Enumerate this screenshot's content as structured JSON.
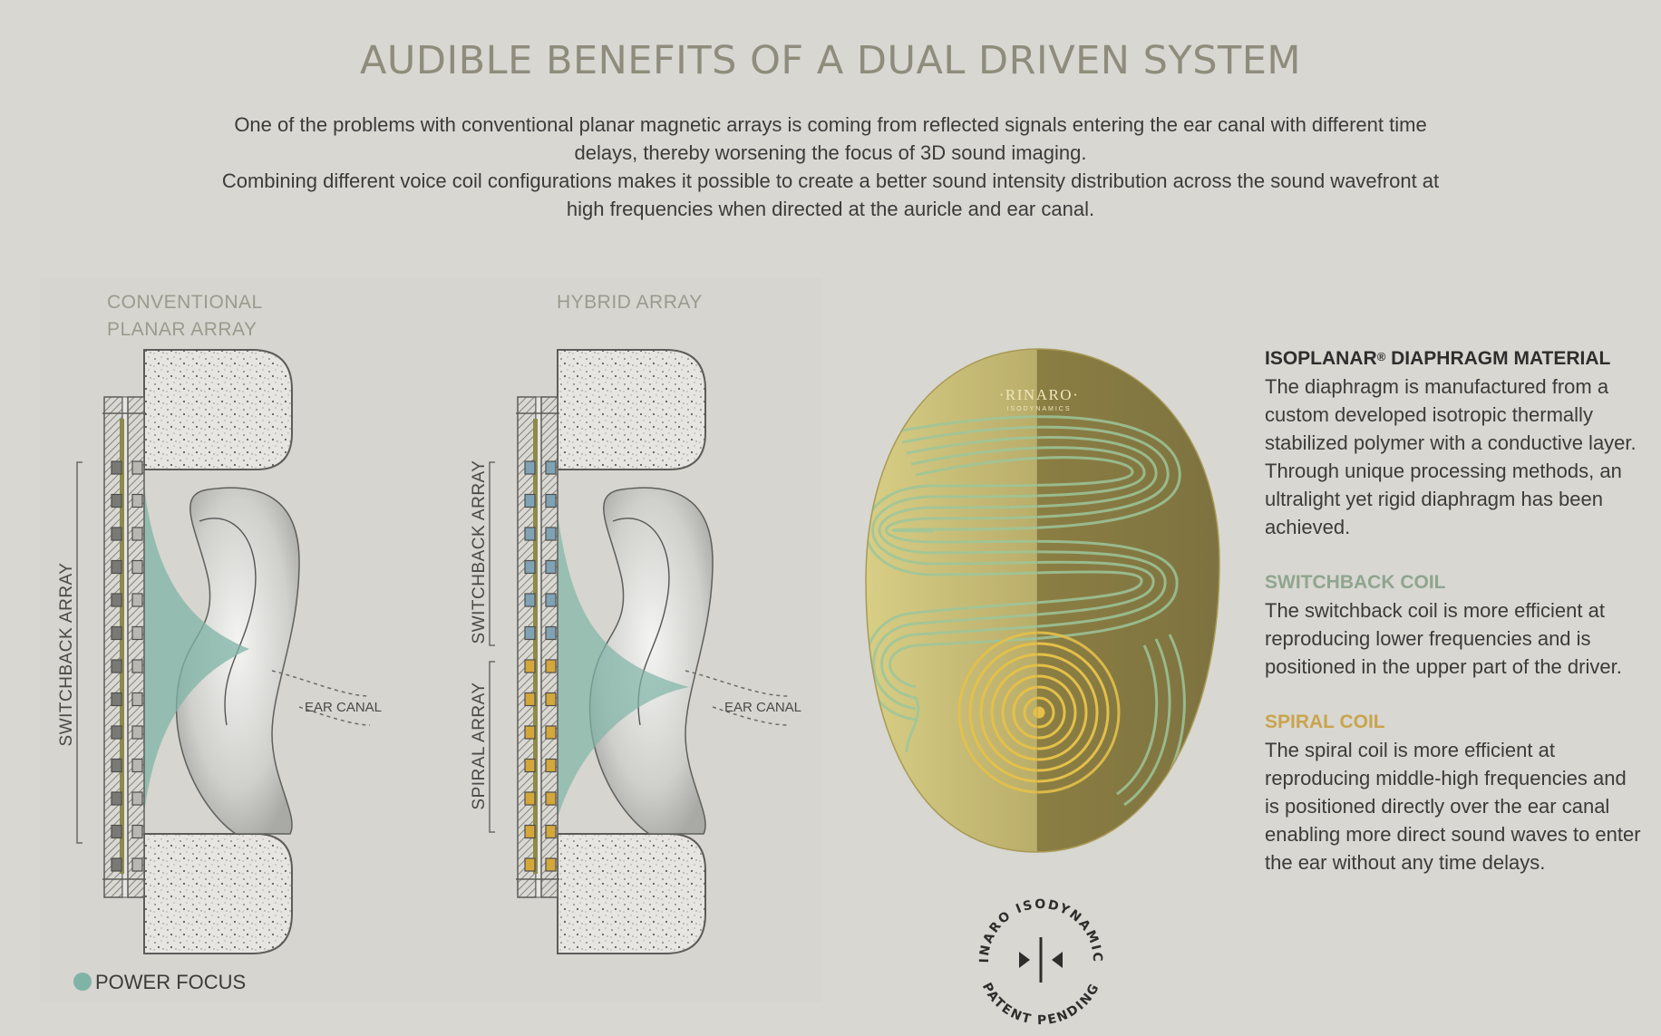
{
  "page": {
    "title": "AUDIBLE BENEFITS OF A DUAL DRIVEN SYSTEM",
    "intro": [
      "One of the problems with conventional planar magnetic arrays is coming from reflected signals entering the ear canal with different time delays, thereby worsening the focus of 3D sound imaging.",
      "Combining different voice coil configurations makes it possible to create a better sound intensity distribution across the sound wavefront at high frequencies when directed at the auricle and ear canal."
    ]
  },
  "diagram": {
    "left": {
      "title_line1": "CONVENTIONAL",
      "title_line2": "PLANAR ARRAY",
      "array_label": "SWITCHBACK ARRAY",
      "ear_label": "EAR CANAL"
    },
    "right": {
      "title": "HYBRID ARRAY",
      "upper_label": "SWITCHBACK ARRAY",
      "lower_label": "SPIRAL ARRAY",
      "ear_label": "EAR CANAL"
    },
    "legend_label": "POWER FOCUS",
    "driver": {
      "brand": "·RINARO·",
      "sub": "ISODYNAMICS"
    },
    "seal": {
      "top_text": "RINARO ISODYNAMICS",
      "bottom_text": "PATENT PENDING"
    }
  },
  "features": {
    "iso_title": "ISOPLANAR",
    "iso_reg": "®",
    "iso_title_rest": " DIAPHRAGM MATERIAL",
    "iso_text": "The diaphragm is manufactured from a custom developed isotropic thermally stabilized polymer with a conductive layer. Through unique processing methods, an ultralight yet rigid diaphragm has been achieved.",
    "switch_title": "SWITCHBACK COIL",
    "switch_text": "The switchback coil is more efficient at reproducing lower frequencies and is positioned in the upper part of the driver.",
    "spiral_title": "SPIRAL COIL",
    "spiral_text": "The spiral coil is more efficient at reproducing middle-high frequencies and is positioned directly over the ear canal enabling more direct sound waves to enter the ear without any time delays."
  },
  "colors": {
    "background": "#d8d7d2",
    "title": "#8f8c7c",
    "power_focus": "#7fb3a5",
    "switchback": "#8fa58e",
    "spiral": "#c9a44e",
    "switchback_magnet": "#7fa3b5",
    "spiral_magnet": "#d4a73b"
  }
}
